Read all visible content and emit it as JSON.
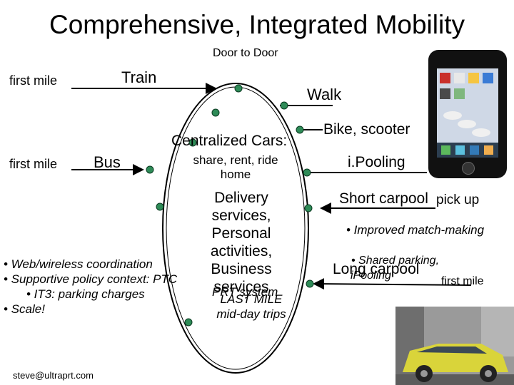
{
  "title": "Comprehensive, Integrated Mobility",
  "subtitle": "Door to Door",
  "left": {
    "first_mile_top": "first mile",
    "train": "Train",
    "first_mile_bottom": "first mile",
    "bus": "Bus"
  },
  "center": {
    "centralized": "Centralized Cars:",
    "share": "share, rent, ride home",
    "delivery": "Delivery services, Personal activities, Business services",
    "prt": "PRT system",
    "last_mile": "LAST MILE mid-day trips"
  },
  "right": {
    "walk": "Walk",
    "bike": "Bike, scooter",
    "ipooling": "i.Pooling",
    "short_carpool": "Short carpool",
    "pick_up": "pick up",
    "improved": "• Improved match-making",
    "shared_parking": "• Shared parking,",
    "long_carpool": "Long carpool",
    "ipooling2": "iPooling",
    "first_mile": "first mile"
  },
  "bullets": [
    "• Web/wireless coordination",
    "• Supportive policy context: PTC",
    "• IT3: parking charges",
    "• Scale!"
  ],
  "email": "steve@ultraprt.com",
  "images": {
    "phone": "iphone-image",
    "car": "yellow-car-photo"
  },
  "colors": {
    "node": "#2e8b57",
    "line": "#000000"
  }
}
